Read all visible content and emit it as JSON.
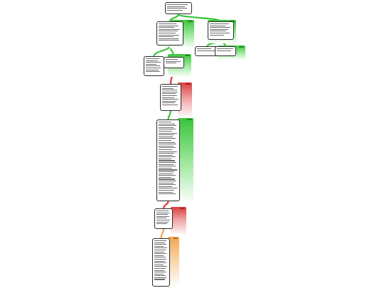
{
  "diagram": {
    "colors": {
      "green": "#3ac43a",
      "red": "#dd3b3b",
      "orange": "#f0a54e",
      "border": "#2b2b2b"
    },
    "nodes": [
      {
        "id": "root",
        "text": ""
      },
      {
        "id": "left-branch",
        "text": ""
      },
      {
        "id": "right-branch",
        "text": ""
      },
      {
        "id": "right-child-1",
        "text": ""
      },
      {
        "id": "right-child-2",
        "text": ""
      },
      {
        "id": "left-child-1",
        "text": ""
      },
      {
        "id": "left-child-2",
        "text": ""
      },
      {
        "id": "red-node-1",
        "text": ""
      },
      {
        "id": "long-green-node",
        "text": ""
      },
      {
        "id": "red-node-2",
        "text": ""
      },
      {
        "id": "orange-node",
        "text": ""
      }
    ],
    "edges": [
      {
        "from": "root",
        "to": "left-branch",
        "color": "green"
      },
      {
        "from": "root",
        "to": "right-branch",
        "color": "green"
      },
      {
        "from": "right-branch",
        "to": "right-child-1",
        "color": "green"
      },
      {
        "from": "right-branch",
        "to": "right-child-2",
        "color": "green"
      },
      {
        "from": "left-branch",
        "to": "left-child-1",
        "color": "green"
      },
      {
        "from": "left-branch",
        "to": "left-child-2",
        "color": "green"
      },
      {
        "from": "left-child-2",
        "to": "red-node-1",
        "color": "red"
      },
      {
        "from": "red-node-1",
        "to": "long-green-node",
        "color": "green"
      },
      {
        "from": "long-green-node",
        "to": "red-node-2",
        "color": "red"
      },
      {
        "from": "red-node-2",
        "to": "orange-node",
        "color": "orange"
      }
    ]
  }
}
